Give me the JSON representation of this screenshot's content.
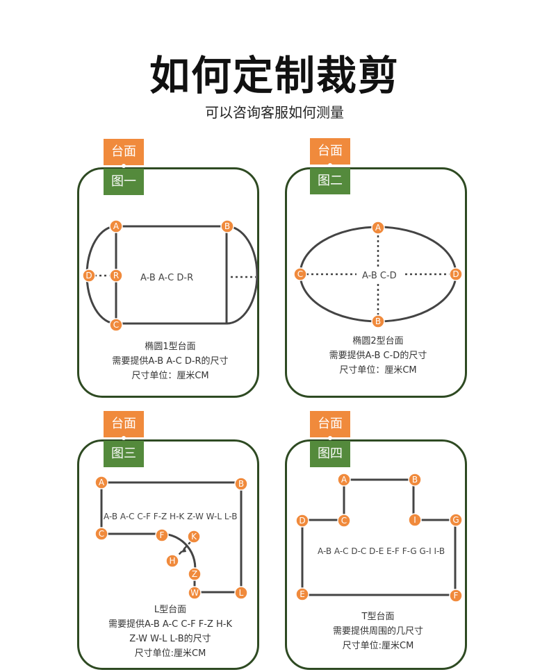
{
  "header": {
    "title": "如何定制裁剪",
    "subtitle": "可以咨询客服如何测量"
  },
  "colors": {
    "accent": "#f08a3c",
    "green": "#548a3c",
    "border": "#2e4a22"
  },
  "cards": [
    {
      "tag_top": "台面",
      "tag_bottom": "图一",
      "inner_label": "A-B   A-C   D-R",
      "points": [
        "A",
        "B",
        "C",
        "D",
        "R"
      ],
      "desc": [
        "椭圆1型台面",
        "需要提供A-B A-C D-R的尺寸",
        "尺寸单位：厘米CM"
      ]
    },
    {
      "tag_top": "台面",
      "tag_bottom": "图二",
      "inner_label": "A-B C-D",
      "points": [
        "A",
        "B",
        "C",
        "D"
      ],
      "desc": [
        "椭圆2型台面",
        "需要提供A-B C-D的尺寸",
        "尺寸单位：厘米CM"
      ]
    },
    {
      "tag_top": "台面",
      "tag_bottom": "图三",
      "inner_label": "A-B A-C C-F  F-Z H-K  Z-W W-L L-B",
      "points": [
        "A",
        "B",
        "C",
        "F",
        "K",
        "H",
        "Z",
        "W",
        "L"
      ],
      "desc": [
        "L型台面",
        "需要提供A-B A-C C-F  F-Z H-K",
        "Z-W W-L L-B的尺寸",
        "尺寸单位:厘米CM"
      ]
    },
    {
      "tag_top": "台面",
      "tag_bottom": "图四",
      "inner_label": "A-B A-C D-C D-E E-F F-G G-I I-B",
      "points": [
        "A",
        "B",
        "D",
        "C",
        "I",
        "G",
        "E",
        "F"
      ],
      "desc": [
        "T型台面",
        "需要提供周围的几尺寸",
        "尺寸单位:厘米CM"
      ]
    }
  ]
}
